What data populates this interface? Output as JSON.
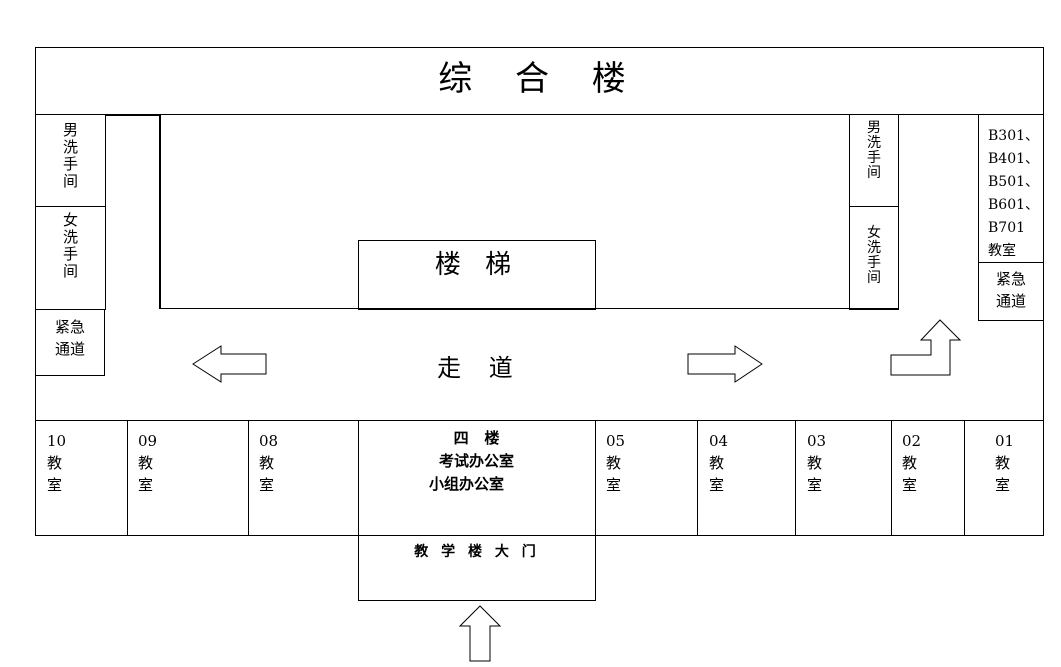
{
  "building": {
    "title": "综 合 楼",
    "stairs": "楼 梯",
    "corridor": "走 道",
    "left_restroom_men": "男\n洗\n手\n间",
    "left_restroom_women": "女\n洗\n手\n间",
    "left_emergency": "紧急\n通道",
    "right_restroom_men": "男\n洗\n手\n间",
    "right_restroom_women": "女\n洗\n手\n间",
    "right_rooms": "B301、\nB401、\nB501、\nB601、\nB701\n教室",
    "right_emergency": "紧急\n通道"
  },
  "rooms": [
    {
      "id": "10",
      "label": "10\n教\n室"
    },
    {
      "id": "09",
      "label": "09\n教\n室"
    },
    {
      "id": "08",
      "label": "08\n教\n室"
    },
    {
      "id": "05",
      "label": "05\n教\n室"
    },
    {
      "id": "04",
      "label": "04\n教\n室"
    },
    {
      "id": "03",
      "label": "03\n教\n室"
    },
    {
      "id": "02",
      "label": "02\n教\n室"
    },
    {
      "id": "01",
      "label": "01\n教\n室"
    }
  ],
  "office": {
    "floor": "四   楼",
    "exam_office": "考试办公室",
    "group_office": "小组办公室"
  },
  "entrance": {
    "label": "教 学 楼 大 门"
  }
}
